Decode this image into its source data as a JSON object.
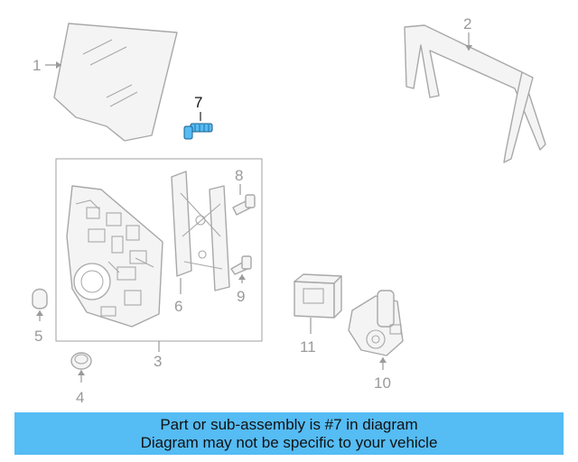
{
  "diagram": {
    "highlight_color": "#55bcf4",
    "callouts": {
      "glass": "1",
      "run_channel": "2",
      "regulator_assembly": "3",
      "plug_4": "4",
      "plug_5": "5",
      "regulator_track": "6",
      "bolt_highlighted": "7",
      "bolt_8": "8",
      "bolt_9": "9",
      "motor": "10",
      "control_module": "11"
    },
    "highlighted_part": "7"
  },
  "banner": {
    "line1": "Part or sub-assembly is #7 in diagram",
    "line2": "Diagram may not be specific to your vehicle",
    "background": "#55bcf4"
  }
}
